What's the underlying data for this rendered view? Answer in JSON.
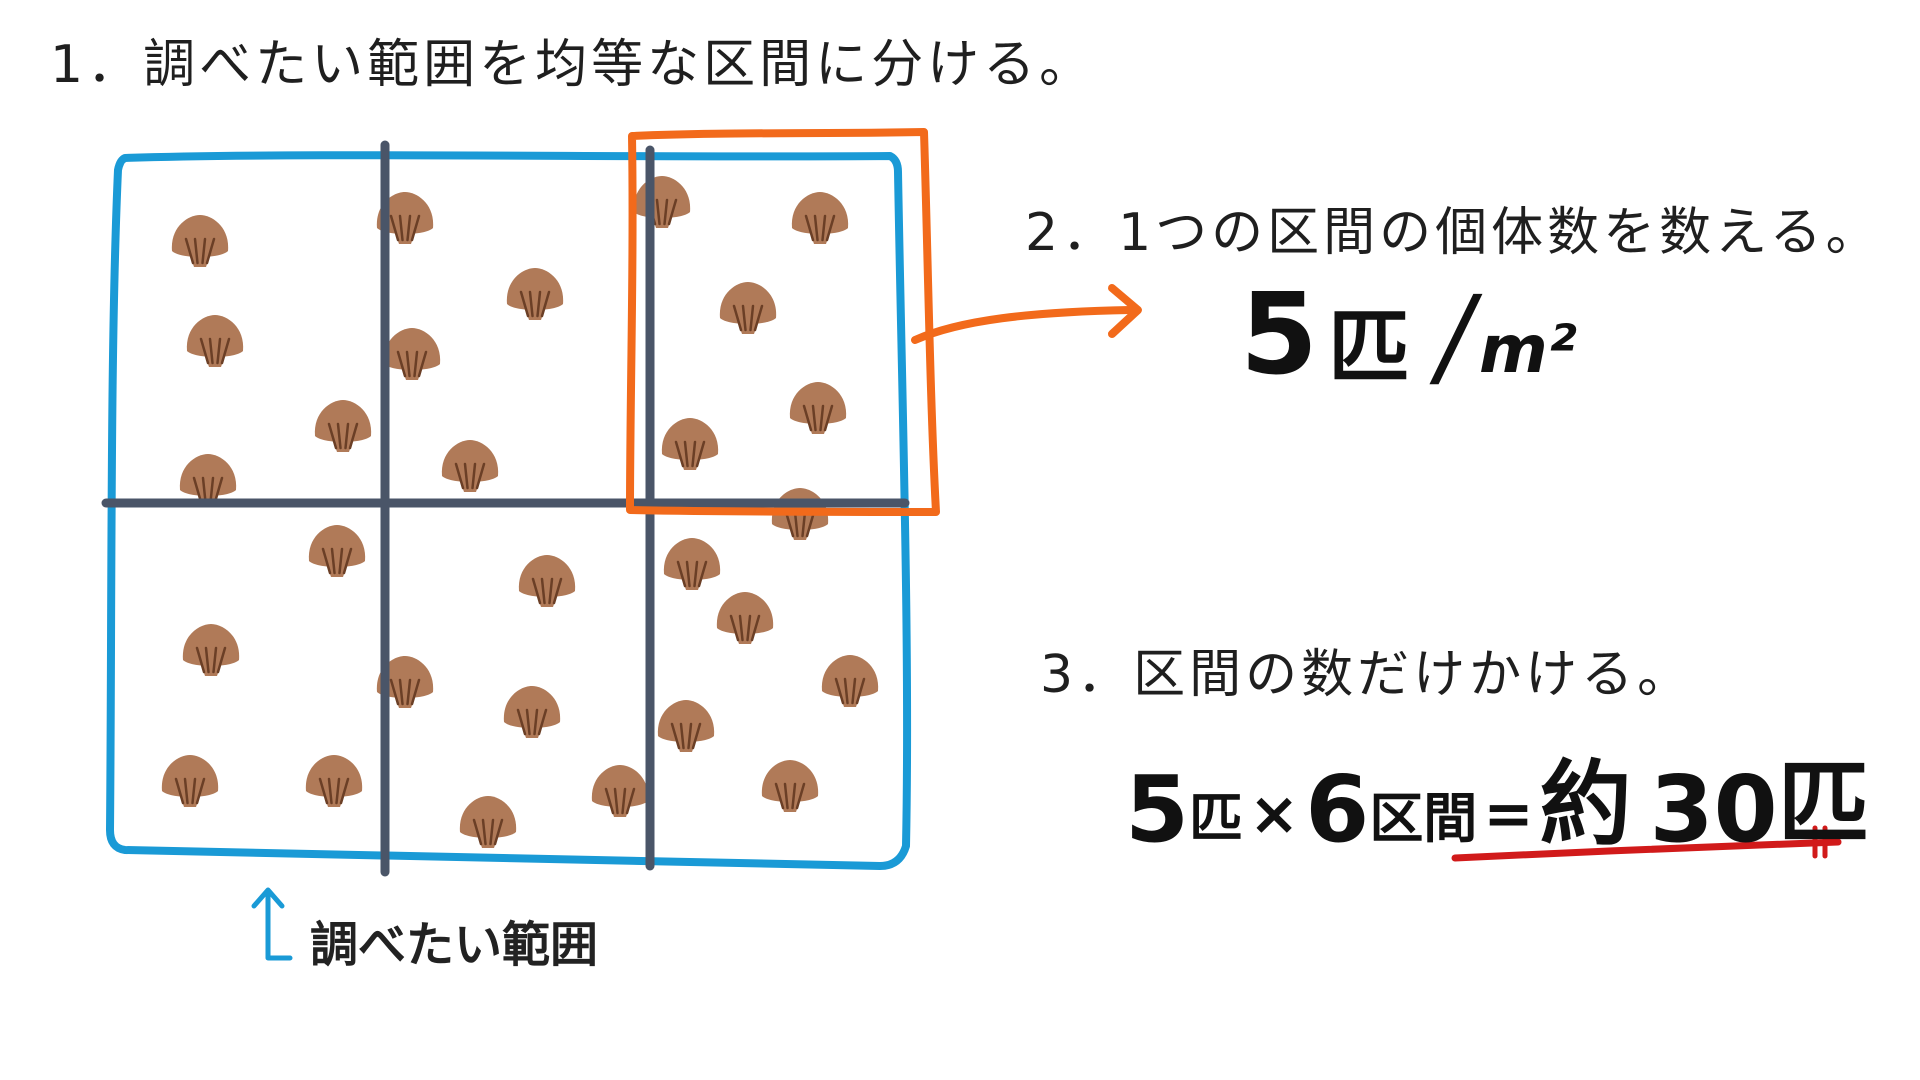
{
  "steps": {
    "step1": "1．調べたい範囲を均等な区間に分ける。",
    "step2": "2．1つの区間の個体数を数える。",
    "step3": "3．区間の数だけかける。"
  },
  "density": {
    "count": "5",
    "unit": "匹",
    "slash": "/",
    "area": "m²"
  },
  "formula": {
    "count": "5",
    "unit1": "匹",
    "times": "×",
    "sections": "6",
    "sections_unit": "区間",
    "equals": "=",
    "approx": "約",
    "result": "30",
    "unit2": "匹"
  },
  "caption": "調べたい範囲",
  "colors": {
    "range_border": "#1a9ad6",
    "grid_lines": "#4a5568",
    "highlight": "#f26a1b",
    "underline": "#d11a1a",
    "shell": "#b07a58",
    "shell_stripe": "#6b3f26"
  },
  "shell_counts": {
    "highlighted_section": 5,
    "sections": 6
  }
}
